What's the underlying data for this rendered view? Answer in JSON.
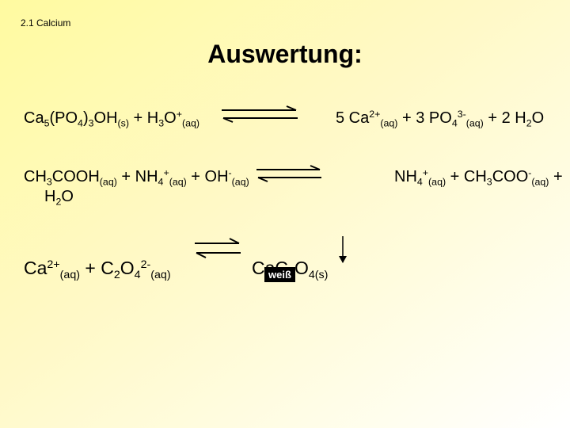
{
  "section": "2.1 Calcium",
  "title": "Auswertung:",
  "eq1": {
    "left": [
      "Ca",
      "5",
      "(PO",
      "4",
      ")",
      "3",
      "OH",
      "(s)",
      " + H",
      "3",
      "O",
      "+",
      "(aq)"
    ],
    "right": [
      "5 Ca",
      "2+",
      "(aq)",
      " + 3 PO",
      "4",
      "3-",
      "(aq)",
      " + 2 H",
      "2",
      "O"
    ]
  },
  "eq2": {
    "left": [
      "CH",
      "3",
      "COOH",
      "(aq)",
      " + NH",
      "4",
      "+",
      "(aq)",
      " + OH",
      "-",
      "(aq)"
    ],
    "right": [
      "NH",
      "4",
      "+",
      "(aq)",
      " + CH",
      "3",
      "COO",
      "-",
      "(aq)",
      " +"
    ],
    "cont": [
      "H",
      "2",
      "O"
    ]
  },
  "eq3": {
    "left": [
      "Ca",
      "2+",
      "(aq)",
      " + C",
      "2",
      "O",
      "4",
      "2-",
      "(aq)"
    ],
    "right": [
      "CaC",
      "2",
      "O",
      "4(s)"
    ]
  },
  "precipitate_label": "weiß"
}
